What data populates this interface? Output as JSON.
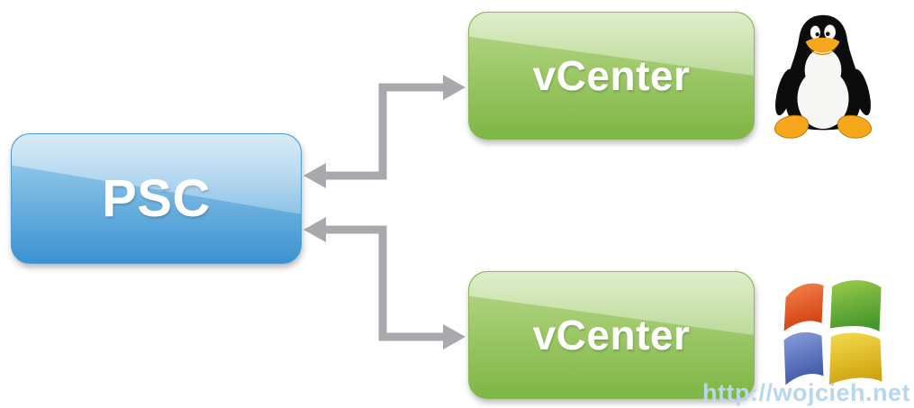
{
  "nodes": {
    "psc": {
      "label": "PSC"
    },
    "vcenter_linux": {
      "label": "vCenter",
      "os_icon": "tux-linux-icon"
    },
    "vcenter_windows": {
      "label": "vCenter",
      "os_icon": "windows-logo-icon"
    }
  },
  "connectors": [
    {
      "from": "psc",
      "to": "vcenter_linux",
      "style": "elbow",
      "arrows": "both-ends"
    },
    {
      "from": "psc",
      "to": "vcenter_windows",
      "style": "elbow",
      "arrows": "both-ends"
    }
  ],
  "watermark": {
    "text": "http://wojcieh.net"
  },
  "colors": {
    "psc_top": "#a8d4ef",
    "psc_bottom": "#3a92d1",
    "vcenter_top": "#b7d889",
    "vcenter_bottom": "#7fb644",
    "connector": "#a7a9ac",
    "watermark": "#b7d7ef"
  }
}
